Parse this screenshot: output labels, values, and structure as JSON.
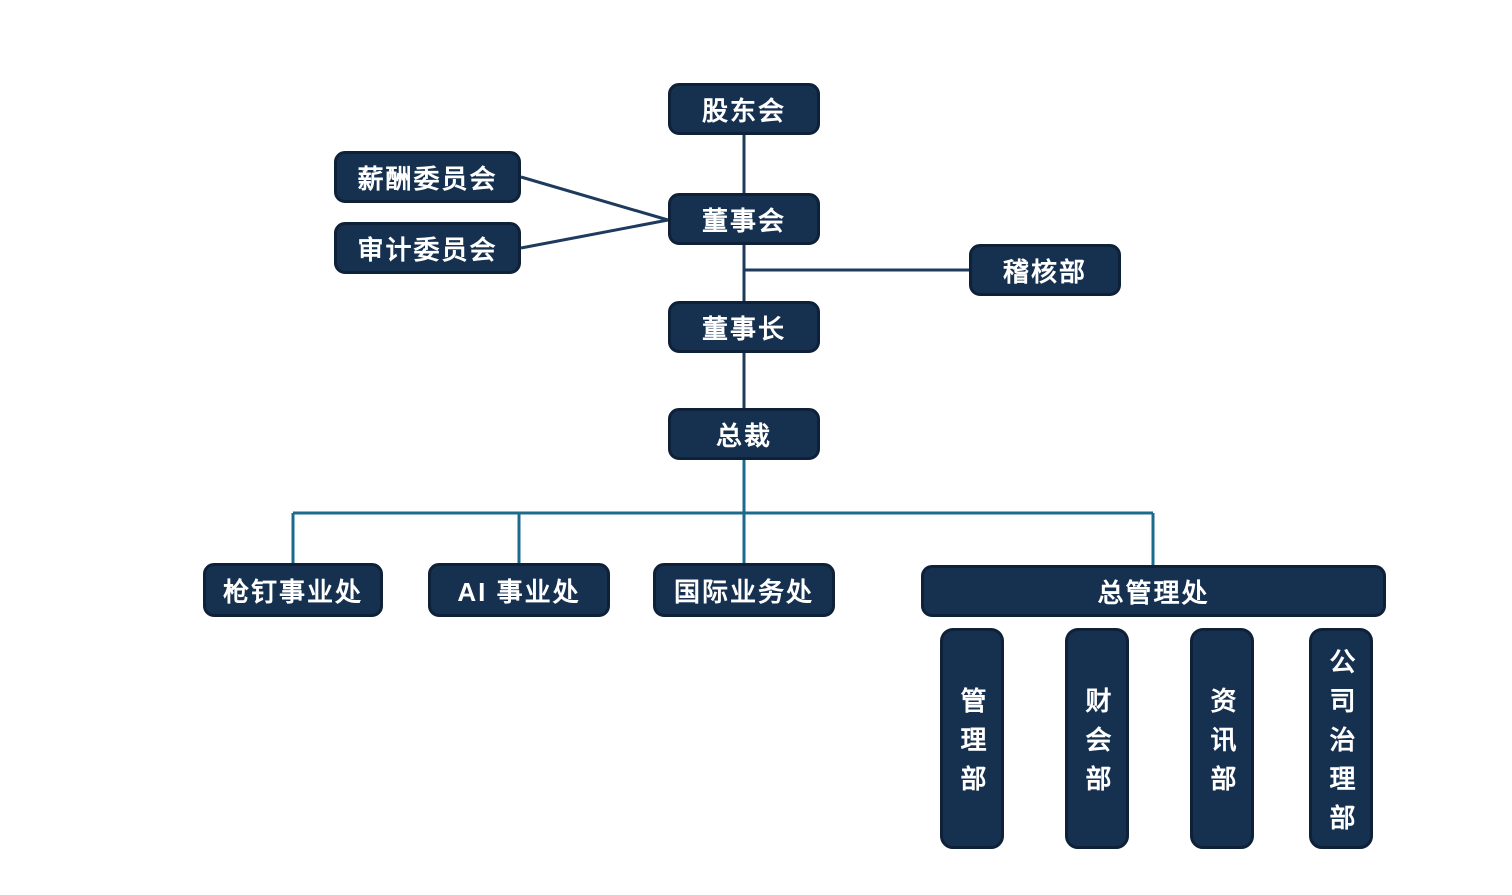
{
  "diagram": {
    "type": "org-chart",
    "language": "zh-CN",
    "colors": {
      "background": "#FFFFFF",
      "node_fill": "#16304F",
      "node_border": "#0E2138",
      "node_text": "#FFFFFF",
      "line_dark": "#1E3A5C",
      "line_teal": "#1C6B8D"
    },
    "nodes": {
      "shareholders": {
        "label": "股东会"
      },
      "compensation_committee": {
        "label": "薪酬委员会"
      },
      "audit_committee": {
        "label": "审计委员会"
      },
      "board_of_directors": {
        "label": "董事会"
      },
      "audit_department": {
        "label": "稽核部"
      },
      "chairman": {
        "label": "董事长"
      },
      "president": {
        "label": "总裁"
      },
      "nail_gun_division": {
        "label": "枪钉事业处"
      },
      "ai_division": {
        "label": "AI 事业处"
      },
      "international_division": {
        "label": "国际业务处"
      },
      "general_management_office": {
        "label": "总管理处"
      },
      "management_department": {
        "label": "管理部"
      },
      "finance_accounting_department": {
        "label": "财会部"
      },
      "information_department": {
        "label": "资讯部"
      },
      "corporate_governance_department": {
        "label": "公司治理部"
      }
    },
    "edges": [
      {
        "from": "shareholders",
        "to": "board_of_directors"
      },
      {
        "from": "compensation_committee",
        "to": "board_of_directors"
      },
      {
        "from": "audit_committee",
        "to": "board_of_directors"
      },
      {
        "from": "board_of_directors",
        "to": "chairman"
      },
      {
        "from": "board_of_directors",
        "to": "audit_department"
      },
      {
        "from": "chairman",
        "to": "president"
      },
      {
        "from": "president",
        "to": "nail_gun_division"
      },
      {
        "from": "president",
        "to": "ai_division"
      },
      {
        "from": "president",
        "to": "international_division"
      },
      {
        "from": "president",
        "to": "general_management_office"
      },
      {
        "from": "general_management_office",
        "to": "management_department"
      },
      {
        "from": "general_management_office",
        "to": "finance_accounting_department"
      },
      {
        "from": "general_management_office",
        "to": "information_department"
      },
      {
        "from": "general_management_office",
        "to": "corporate_governance_department"
      }
    ]
  }
}
